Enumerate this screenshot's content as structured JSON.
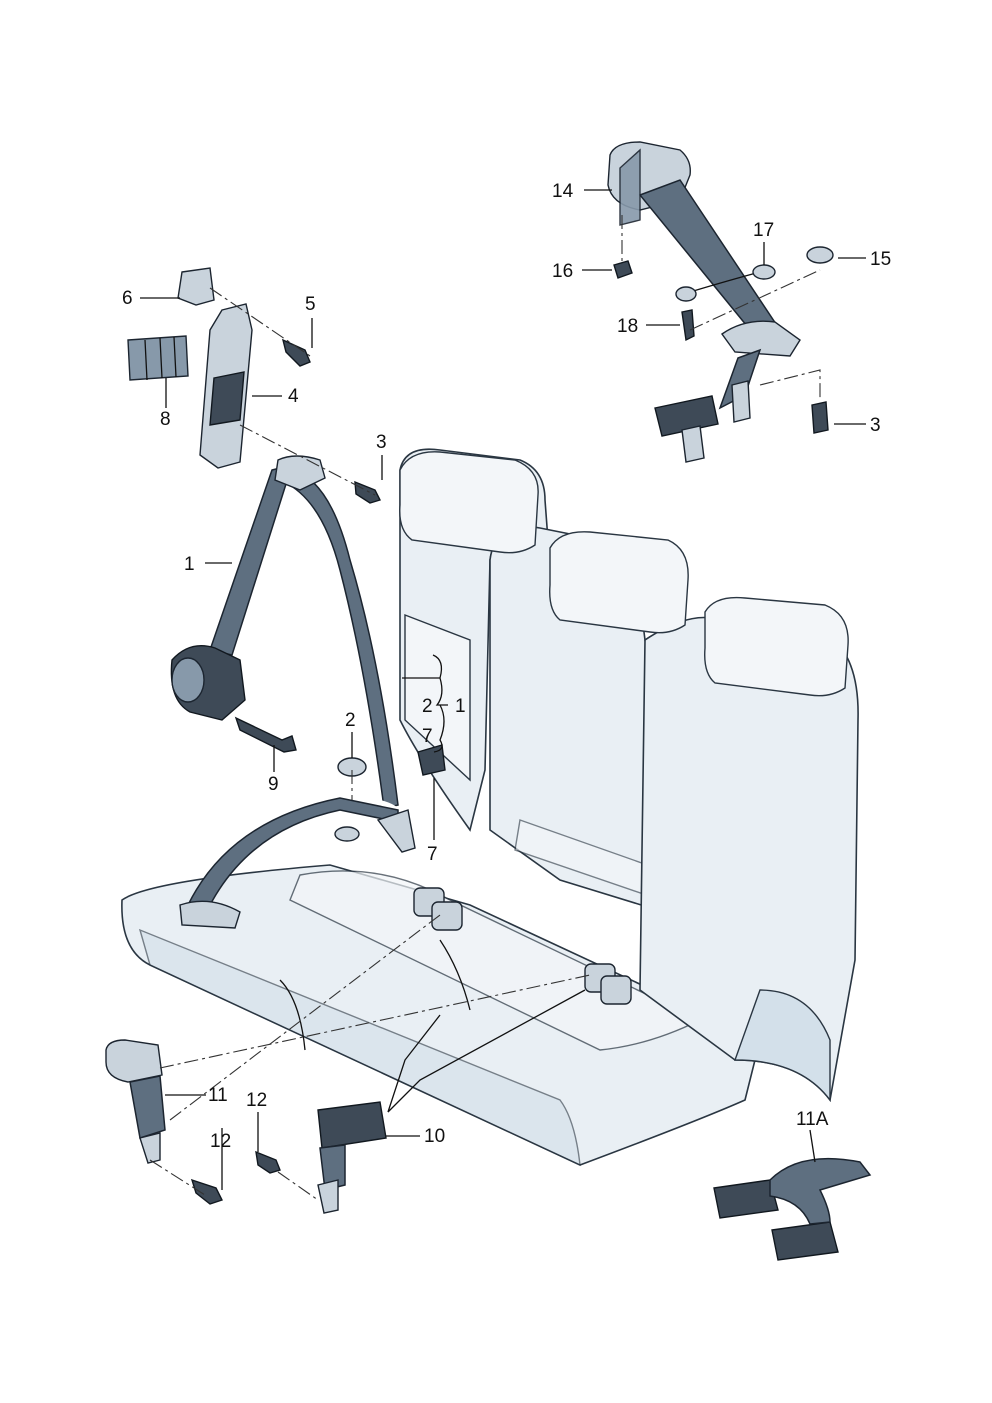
{
  "diagram": {
    "type": "exploded-parts-view",
    "subject": "rear seat belts",
    "callouts": {
      "c1": "1",
      "c1b": "1",
      "c2": "2",
      "c2b": "2",
      "c3a": "3",
      "c3b": "3",
      "c4": "4",
      "c5": "5",
      "c6": "6",
      "c7": "7",
      "c7b": "7",
      "c8": "8",
      "c9": "9",
      "c10": "10",
      "c11": "11",
      "c11a": "11A",
      "c12a": "12",
      "c12b": "12",
      "c14": "14",
      "c15": "15",
      "c16": "16",
      "c17": "17",
      "c18": "18"
    }
  }
}
